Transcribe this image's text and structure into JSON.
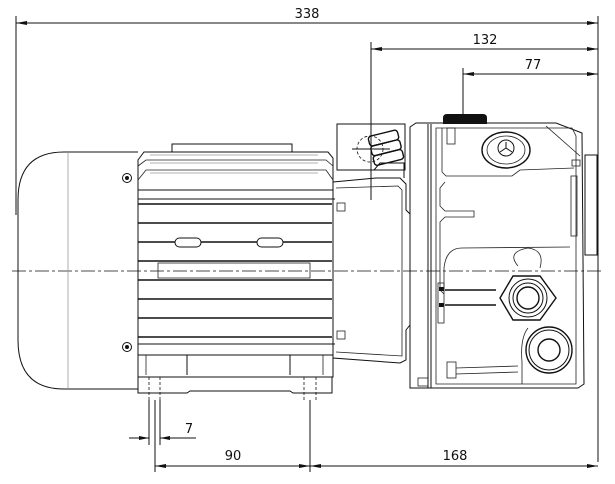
{
  "drawing": {
    "title": "Pump unit side view dimension drawing",
    "units": "mm",
    "dimensions": {
      "overall_length": "338",
      "pump_body_length": "132",
      "fill_plug_offset": "77",
      "foot_hole_diameter": "7",
      "foot_hole_spacing": "90",
      "foot_to_end": "168"
    },
    "colors": {
      "line": "#111111",
      "background": "#ffffff"
    }
  }
}
